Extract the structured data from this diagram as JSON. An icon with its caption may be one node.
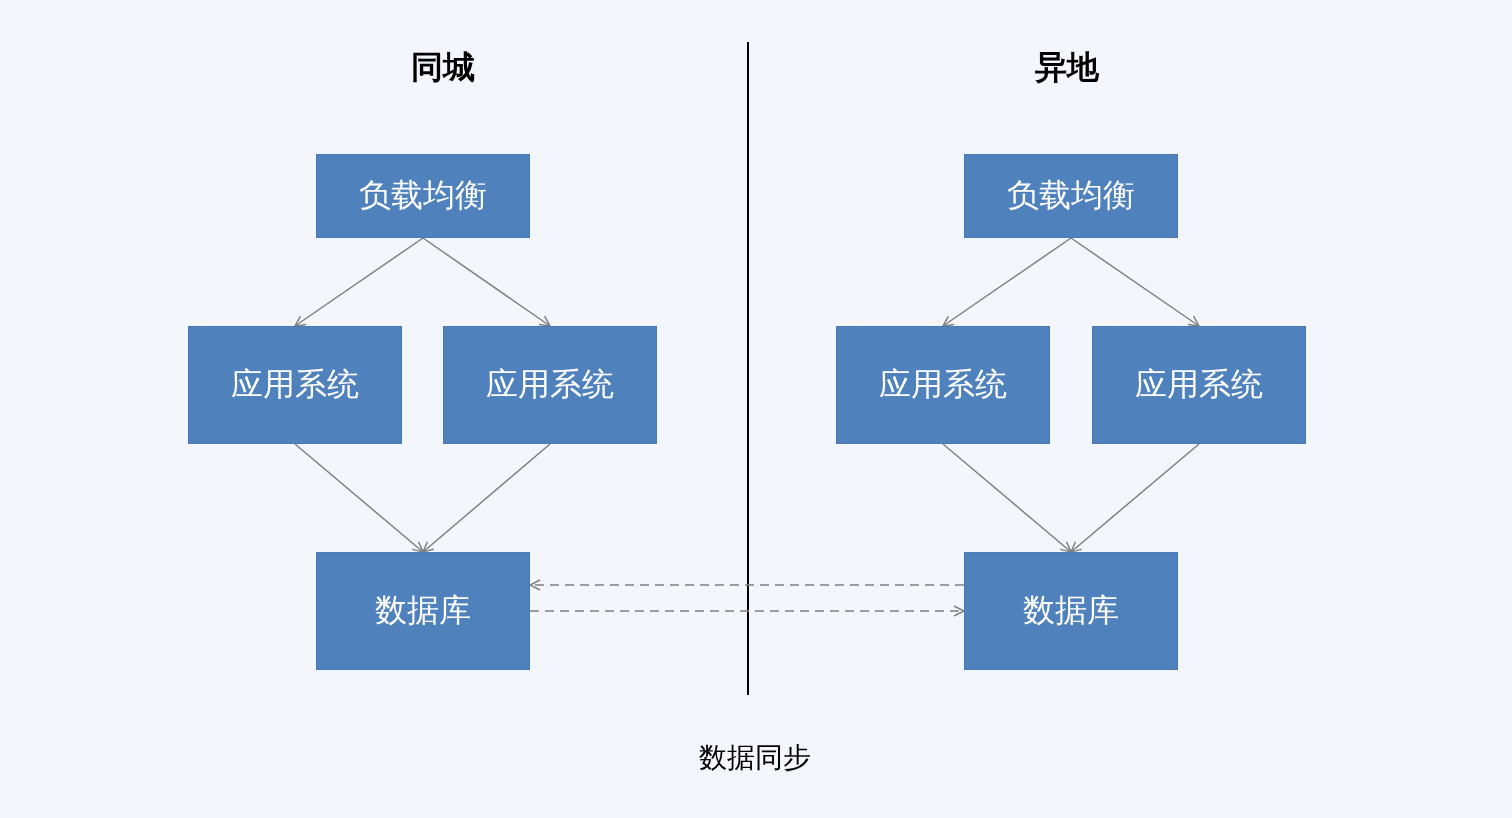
{
  "diagram": {
    "nodes": [
      {
        "text": [
          "负载均衡"
        ]
      },
      {
        "text": [
          "应用系统"
        ]
      },
      {
        "text": [
          "应用系统"
        ]
      },
      {
        "text": [
          "数据库"
        ]
      },
      {
        "text": [
          "负载均衡"
        ]
      },
      {
        "text": [
          "应用系统"
        ]
      },
      {
        "text": [
          "应用系统"
        ]
      },
      {
        "text": [
          "数据库"
        ]
      }
    ],
    "edges": [
      {
        "from": 0,
        "to": 1,
        "arrow": "to"
      },
      {
        "from": 0,
        "to": 2,
        "arrow": "to"
      },
      {
        "from": 1,
        "to": 3,
        "arrow": "to"
      },
      {
        "from": 2,
        "to": 3,
        "arrow": "to"
      },
      {
        "from": 4,
        "to": 5,
        "arrow": "to"
      },
      {
        "from": 4,
        "to": 6,
        "arrow": "to"
      },
      {
        "from": 5,
        "to": 7,
        "arrow": "to"
      },
      {
        "from": 6,
        "to": 7,
        "arrow": "to"
      },
      {
        "from": 7,
        "to": 3,
        "arrow": "to",
        "style": "dashed"
      },
      {
        "from": 3,
        "to": 7,
        "arrow": "to",
        "style": "dashed"
      }
    ],
    "labels": [
      "同城",
      "异地",
      "数据同步"
    ]
  }
}
